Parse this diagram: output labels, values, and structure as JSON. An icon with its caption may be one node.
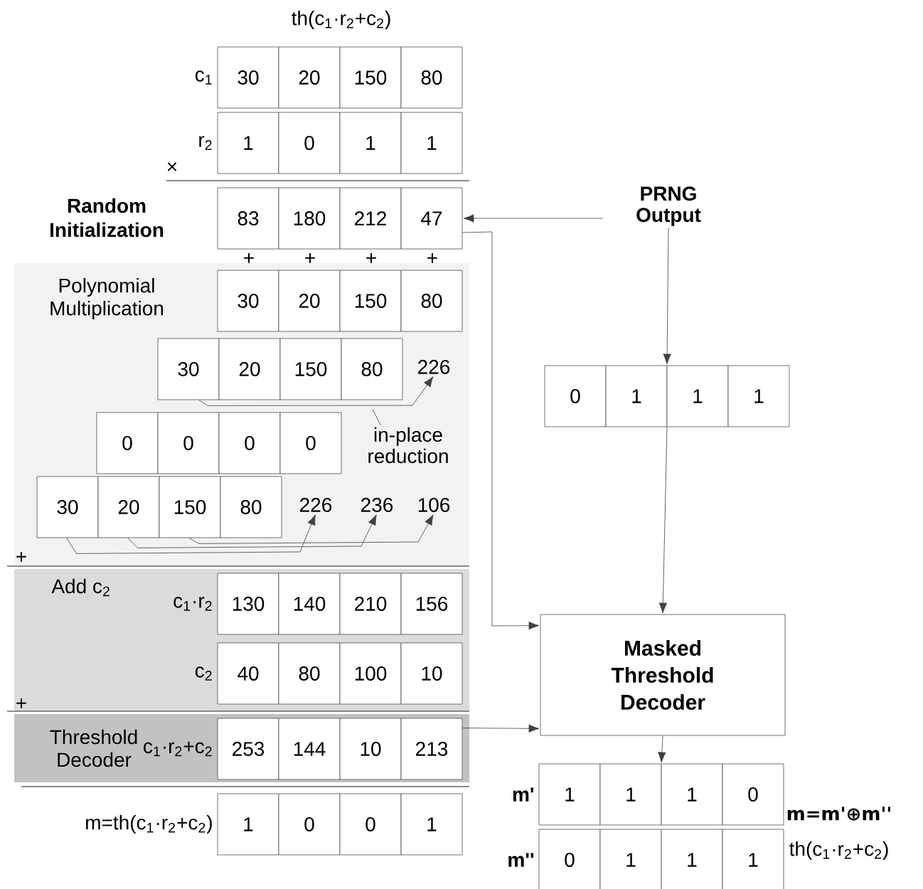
{
  "diagram": {
    "title": "th(c$_{1}$·r$_{2}$+c$_{2}$)",
    "nodes": [
      {
        "text": [
          "30",
          "20",
          "150",
          "80"
        ],
        "beside": [
          "c$_{1}$"
        ]
      },
      {
        "text": [
          "1",
          "0",
          "1",
          "1"
        ],
        "beside": [
          "r$_{2}$"
        ]
      },
      {
        "text": [
          "83",
          "180",
          "212",
          "47"
        ],
        "beside": [
          "Random Initialization"
        ]
      },
      {
        "text": [
          "PRNG Output"
        ]
      },
      {
        "text": [
          "Polynomial Multiplication"
        ]
      },
      {
        "text": [
          "30",
          "20",
          "150",
          "80"
        ],
        "in": 4
      },
      {
        "text": [
          "30",
          "20",
          "150",
          "80"
        ],
        "in": 4
      },
      {
        "text": [
          "226"
        ],
        "in": 4
      },
      {
        "text": [
          "0",
          "0",
          "0",
          "0"
        ],
        "in": 4
      },
      {
        "text": [
          "in-place reduction"
        ],
        "in": 4
      },
      {
        "text": [
          "30",
          "20",
          "150",
          "80"
        ],
        "in": 4
      },
      {
        "text": [
          "226"
        ],
        "in": 4
      },
      {
        "text": [
          "236"
        ],
        "in": 4
      },
      {
        "text": [
          "106"
        ],
        "in": 4
      },
      {
        "text": [
          "0",
          "1",
          "1",
          "1"
        ]
      },
      {
        "text": [
          "Add c$_{2}$"
        ]
      },
      {
        "text": [
          "130",
          "140",
          "210",
          "156"
        ],
        "in": 15,
        "beside": [
          "c$_{1}$·r$_{2}$"
        ]
      },
      {
        "text": [
          "40",
          "80",
          "100",
          "10"
        ],
        "in": 15,
        "beside": [
          "c$_{2}$"
        ]
      },
      {
        "text": [
          "Masked Threshold Decoder"
        ]
      },
      {
        "text": [
          "Threshold Decoder"
        ]
      },
      {
        "text": [
          "253",
          "144",
          "10",
          "213"
        ],
        "in": 19,
        "beside": [
          "c$_{1}$·r$_{2}$+c$_{2}$"
        ]
      },
      {
        "text": [
          "1",
          "1",
          "1",
          "0"
        ],
        "beside": [
          "m'"
        ]
      },
      {
        "text": [
          "1",
          "0",
          "0",
          "1"
        ],
        "beside": [
          "m=th(c$_{1}$·r$_{2}$+c$_{2}$)"
        ]
      },
      {
        "text": [
          "0",
          "1",
          "1",
          "1"
        ],
        "beside": [
          "m''"
        ]
      }
    ],
    "edges": [
      {
        "from": 3,
        "to": 2,
        "arrow": "to"
      },
      {
        "from": 3,
        "to": 14,
        "arrow": "to"
      },
      {
        "from": 14,
        "to": 18,
        "arrow": "to"
      },
      {
        "from": 2,
        "to": 18,
        "arrow": "to"
      },
      {
        "from": 20,
        "to": 18,
        "arrow": "to"
      },
      {
        "from": 18,
        "to": 21,
        "arrow": "to"
      },
      {
        "from": 6,
        "to": 7,
        "arrow": "to"
      },
      {
        "from": 10,
        "to": 11,
        "arrow": "to"
      },
      {
        "from": 10,
        "to": 12,
        "arrow": "to"
      },
      {
        "from": 10,
        "to": 13,
        "arrow": "to"
      },
      {
        "from": 9,
        "to": null,
        "arrow": "none"
      }
    ],
    "labels": [
      "×",
      "+",
      "+",
      "+",
      "+",
      "+",
      "+",
      "m=m'⊕m''",
      "th(c$_{1}$·r$_{2}$+c$_{2}$)"
    ]
  }
}
